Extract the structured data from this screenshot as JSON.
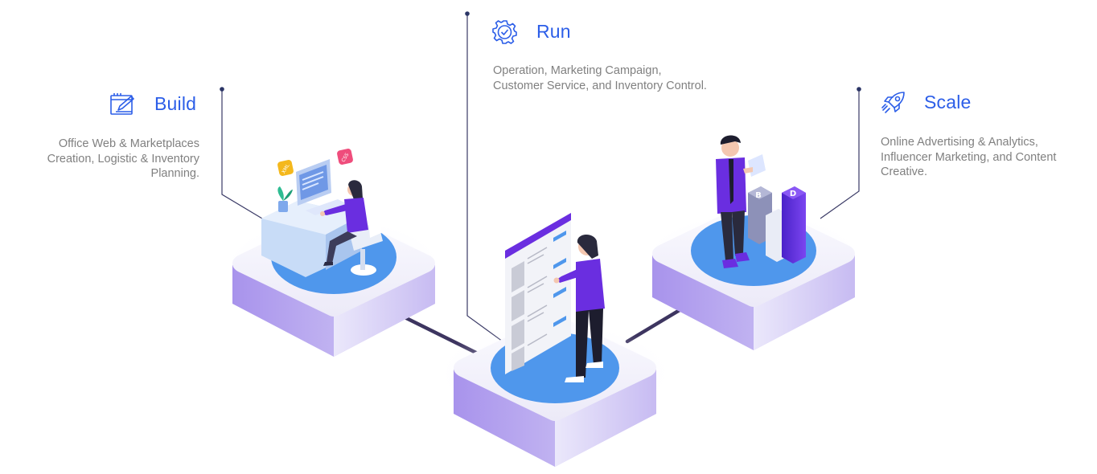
{
  "sections": {
    "build": {
      "title": "Build",
      "icon": "design-pencil-icon",
      "lines": [
        "Office Web & Marketplaces",
        "Creation, Logistic & Inventory",
        "Planning."
      ]
    },
    "run": {
      "title": "Run",
      "icon": "gear-check-icon",
      "lines": [
        "Operation, Marketing Campaign,",
        "Customer Service, and Inventory Control."
      ]
    },
    "scale": {
      "title": "Scale",
      "icon": "rocket-icon",
      "lines": [
        "Online Advertising & Analytics,",
        "Influencer Marketing, and Content",
        "Creative."
      ]
    }
  },
  "illustration": {
    "badges": [
      "XML",
      "CSS"
    ],
    "bar_labels": [
      "B",
      "D"
    ]
  },
  "colors": {
    "accent": "#2c5ee8",
    "platform_top": "#f3f2fb",
    "platform_side": "#b9a9ee",
    "disc": "#4f97ec",
    "purple": "#6a2ee0",
    "connector": "#3d3560",
    "text": "#808080"
  }
}
